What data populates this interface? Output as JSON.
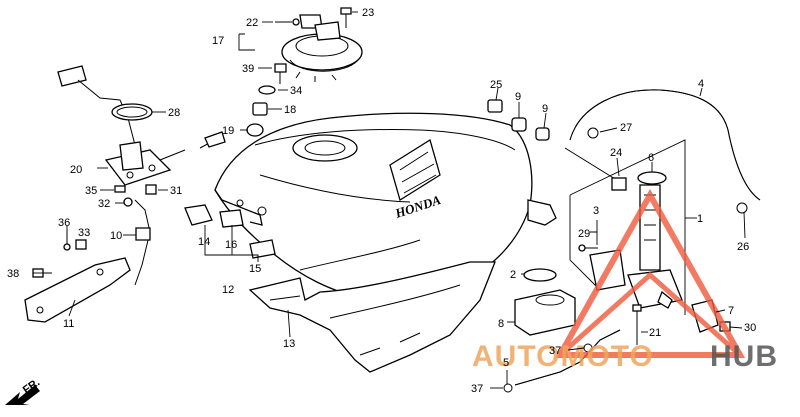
{
  "diagram": {
    "brand_mark": "HONDA",
    "front_marker": "FR.",
    "watermark": {
      "part1": "AUTOMOTO",
      "part2": "HUB",
      "color": "#f08a3c"
    },
    "callouts": [
      "1",
      "2",
      "3",
      "4",
      "5",
      "6",
      "7",
      "8",
      "9",
      "9",
      "10",
      "11",
      "12",
      "13",
      "14",
      "15",
      "16",
      "17",
      "18",
      "19",
      "20",
      "21",
      "22",
      "23",
      "24",
      "25",
      "26",
      "27",
      "28",
      "29",
      "30",
      "31",
      "32",
      "33",
      "34",
      "35",
      "36",
      "37",
      "37",
      "38",
      "39"
    ]
  }
}
